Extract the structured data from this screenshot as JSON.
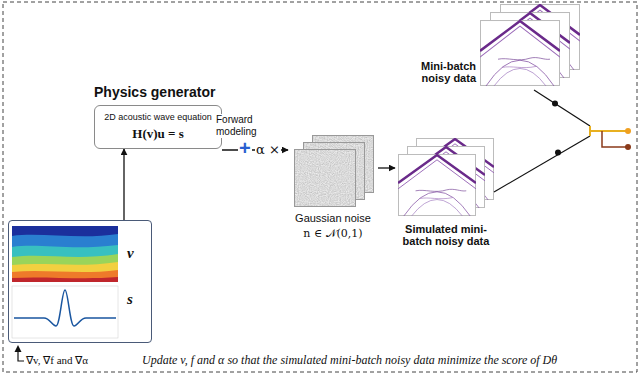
{
  "diagram": {
    "nodes": [
      {
        "text": [
          "v",
          "s"
        ]
      },
      {
        "text": [
          "Physics generator",
          "2D acoustic wave equation",
          "H(v)u = s"
        ]
      },
      {
        "text": [
          "Gaussian noise",
          "n ∈ 𝒩(0,1)"
        ]
      },
      {
        "text": [
          "Simulated mini-batch noisy data"
        ]
      },
      {
        "text": [
          "Mini-batch noisy data"
        ]
      }
    ],
    "edges": [
      {
        "from": 0,
        "to": 1,
        "arrow": "to"
      },
      {
        "from": 1,
        "to": 2,
        "label": "Forward modeling",
        "arrow": "to"
      },
      {
        "from": 2,
        "to": 3,
        "arrow": "to"
      }
    ],
    "labels": [
      "+",
      "α ×",
      "∇v, ∇f and ∇α",
      "Update v, f and α so that the simulated mini-batch noisy data minimize the score of Dθ"
    ]
  }
}
